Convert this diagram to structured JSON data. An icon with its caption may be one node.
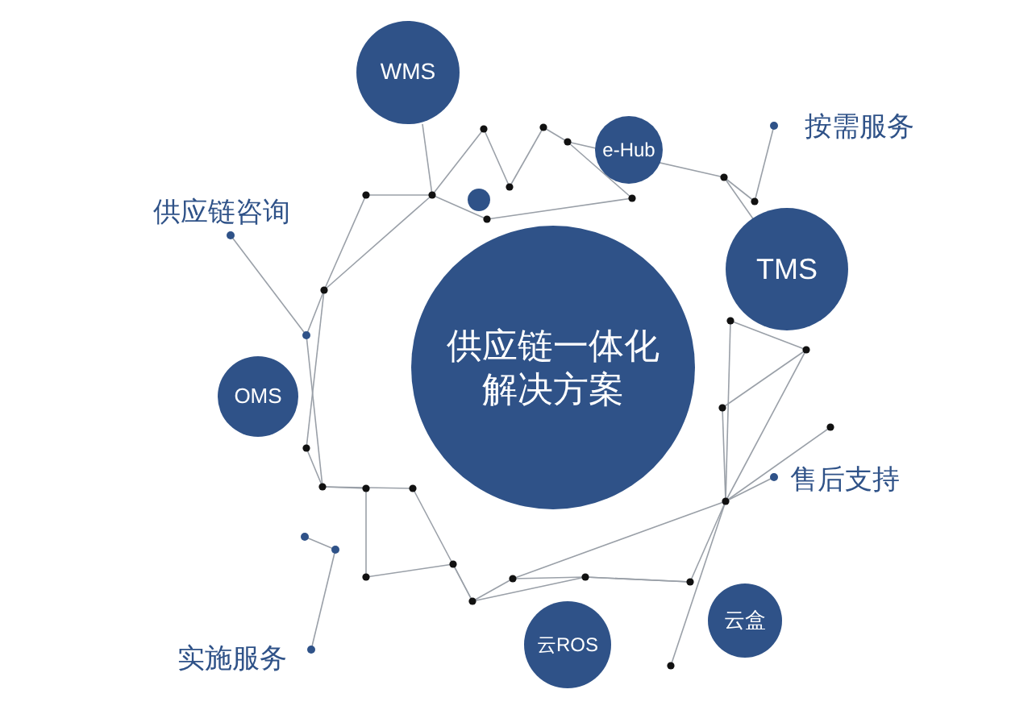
{
  "diagram": {
    "nodes": [
      {
        "text": [
          "WMS"
        ]
      },
      {
        "text": [
          "e-Hub"
        ]
      },
      {
        "text": [
          "TMS"
        ]
      },
      {
        "text": [
          "供应链一体化解决方案"
        ]
      },
      {
        "text": [
          "OMS"
        ]
      },
      {
        "text": [
          "云ROS"
        ]
      },
      {
        "text": [
          "云盒"
        ]
      }
    ],
    "labels": [
      "按需服务",
      "供应链咨询",
      "售后支持",
      "实施服务"
    ]
  }
}
